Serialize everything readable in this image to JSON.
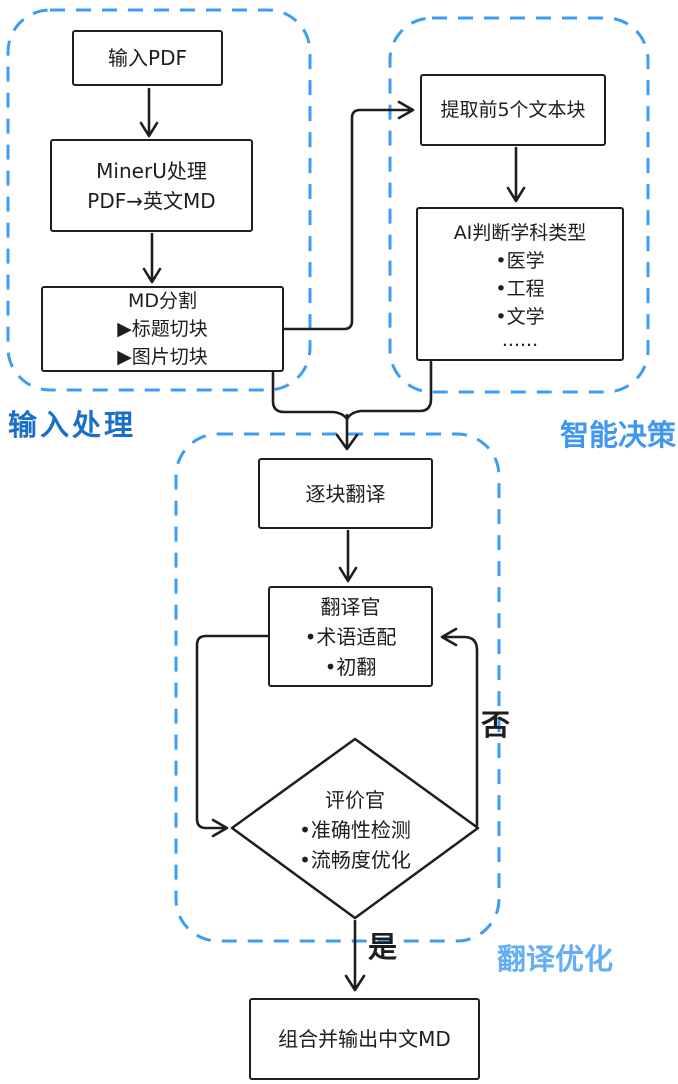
{
  "diagram": {
    "groups": {
      "input": {
        "label": "输入处理"
      },
      "decision": {
        "label": "智能决策"
      },
      "optimize": {
        "label": "翻译优化"
      }
    },
    "nodes": {
      "input_pdf": {
        "text": "输入PDF"
      },
      "mineru": {
        "line1": "MinerU处理",
        "line2": "PDF→英文MD"
      },
      "md_split": {
        "title": "MD分割",
        "item1": "▶标题切块",
        "item2": "▶图片切块"
      },
      "extract_blocks": {
        "text": "提取前5个文本块"
      },
      "ai_classify": {
        "title": "AI判断学科类型",
        "item1": "•医学",
        "item2": "•工程",
        "item3": "•文学",
        "more": "......"
      },
      "chunk_translate": {
        "text": "逐块翻译"
      },
      "translator": {
        "title": "翻译官",
        "item1": "•术语适配",
        "item2": "•初翻"
      },
      "evaluator": {
        "title": "评价官",
        "item1": "•准确性检测",
        "item2": "•流畅度优化"
      },
      "output_md": {
        "text": "组合并输出中文MD"
      }
    },
    "edge_labels": {
      "no": "否",
      "yes": "是"
    },
    "colors": {
      "stroke": "#1e1e1e",
      "group_border": "#3d9df3",
      "label_input": "#1a6fc7",
      "label_decision": "#3f97f0",
      "label_optimize": "#64aef5"
    }
  }
}
